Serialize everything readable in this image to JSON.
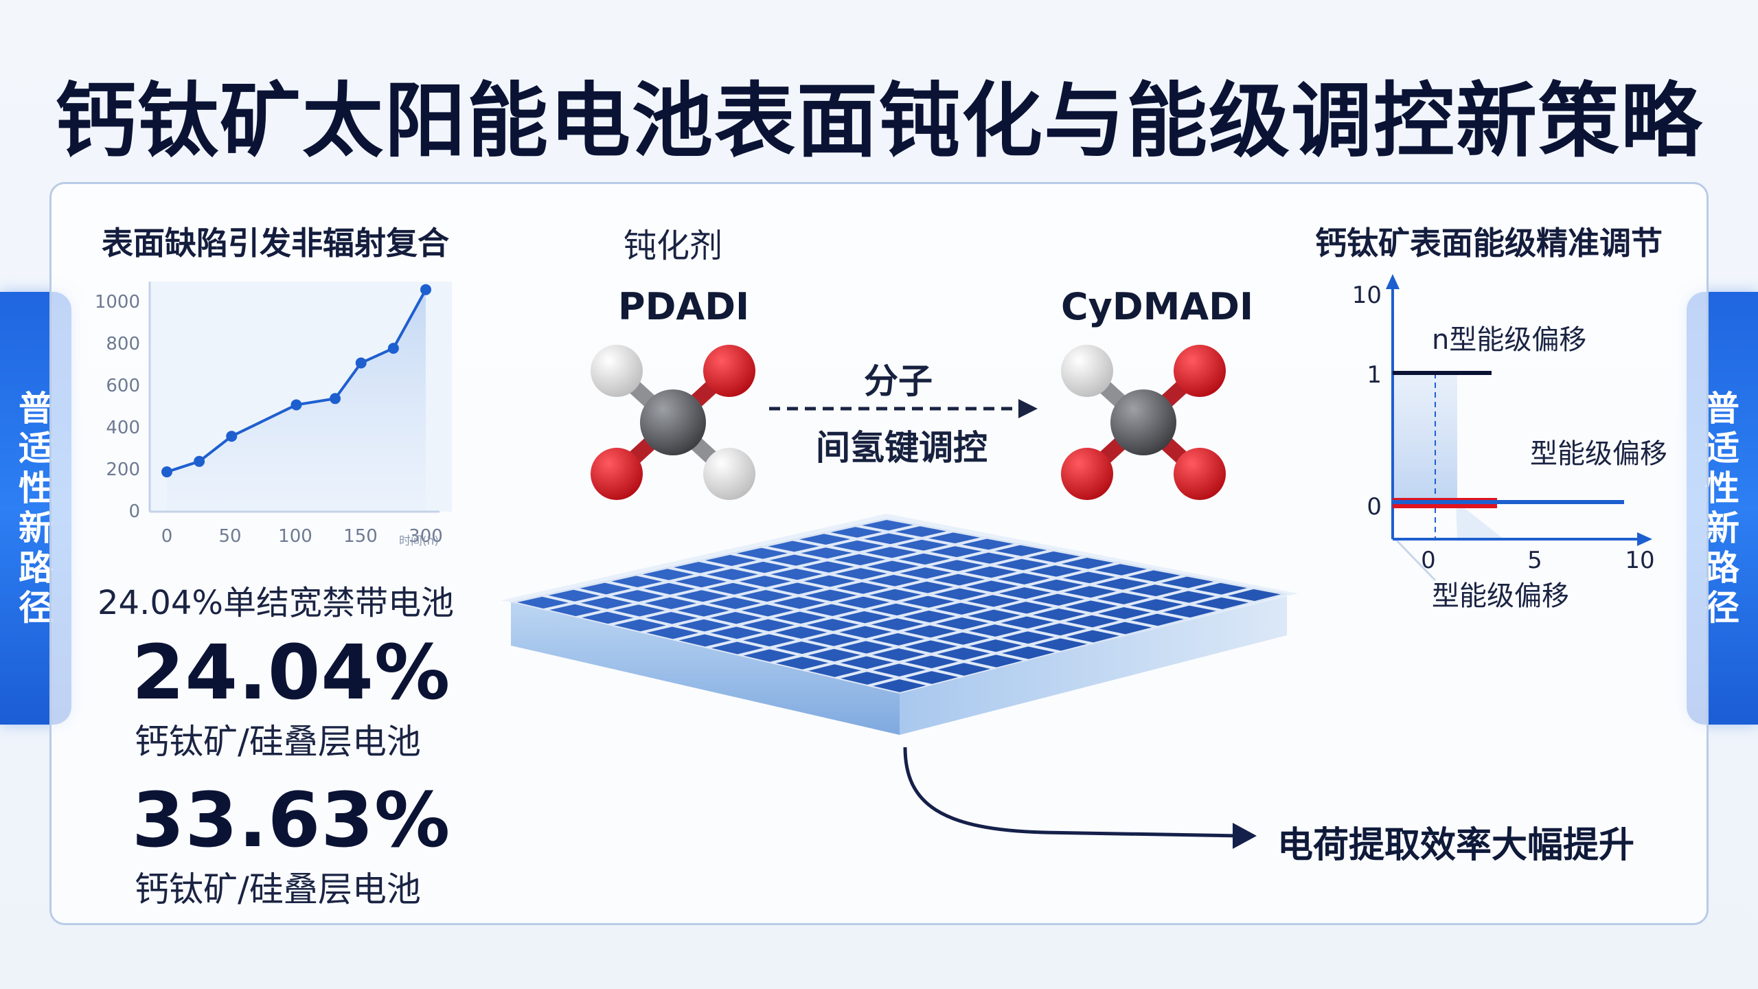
{
  "title": "钙钛矿太阳能电池表面钝化与能级调控新策略",
  "side_label": "普适性新路径",
  "left": {
    "heading": "表面缺陷引发非辐射复合",
    "stat_label": "24.04%单结宽禁带电池",
    "stat1_value": "24.04%",
    "stat1_label": "钙钛矿/硅叠层电池",
    "stat2_value": "33.63%",
    "stat2_label": "钙钛矿/硅叠层电池"
  },
  "center": {
    "passivator_heading": "钝化剂",
    "molecule_left": "PDADI",
    "molecule_right": "CyDMADI",
    "arrow_top": "分子",
    "arrow_bottom": "间氢键调控",
    "bottom_label": "电荷提取效率大幅提升"
  },
  "right": {
    "heading": "钙钛矿表面能级精准调节",
    "label_n": "n型能级偏移",
    "label_mid": "型能级偏移",
    "label_bottom": "型能级偏移"
  },
  "colors": {
    "accent_blue": "#1f66e0",
    "line_blue": "#1e5fcf",
    "navy": "#0b1335",
    "red": "#e0141e",
    "oxygen_red": "#d4101a",
    "carbon_gray": "#5a5d62",
    "hydrogen_white": "#e6e6e6"
  },
  "chart_data": [
    {
      "type": "line",
      "title": "",
      "x": [
        0,
        25,
        50,
        100,
        130,
        150,
        175,
        200
      ],
      "x_ticks": [
        0,
        50,
        100,
        150,
        300
      ],
      "y_ticks": [
        0,
        200,
        400,
        600,
        800,
        1000
      ],
      "series": [
        {
          "values": [
            190,
            240,
            360,
            510,
            540,
            710,
            780,
            1060
          ]
        }
      ],
      "xlabel": "时间(h)",
      "ylabel": "",
      "ylim": [
        0,
        1000
      ],
      "grid": false
    },
    {
      "type": "line",
      "title": "",
      "x_ticks": [
        0,
        5,
        10
      ],
      "y_ticks": [
        0,
        1,
        10
      ],
      "series": [
        {
          "values": [
            1,
            1
          ]
        },
        {
          "values": [
            0,
            0
          ]
        },
        {
          "values": [
            0,
            0
          ]
        }
      ],
      "grid": false
    }
  ]
}
